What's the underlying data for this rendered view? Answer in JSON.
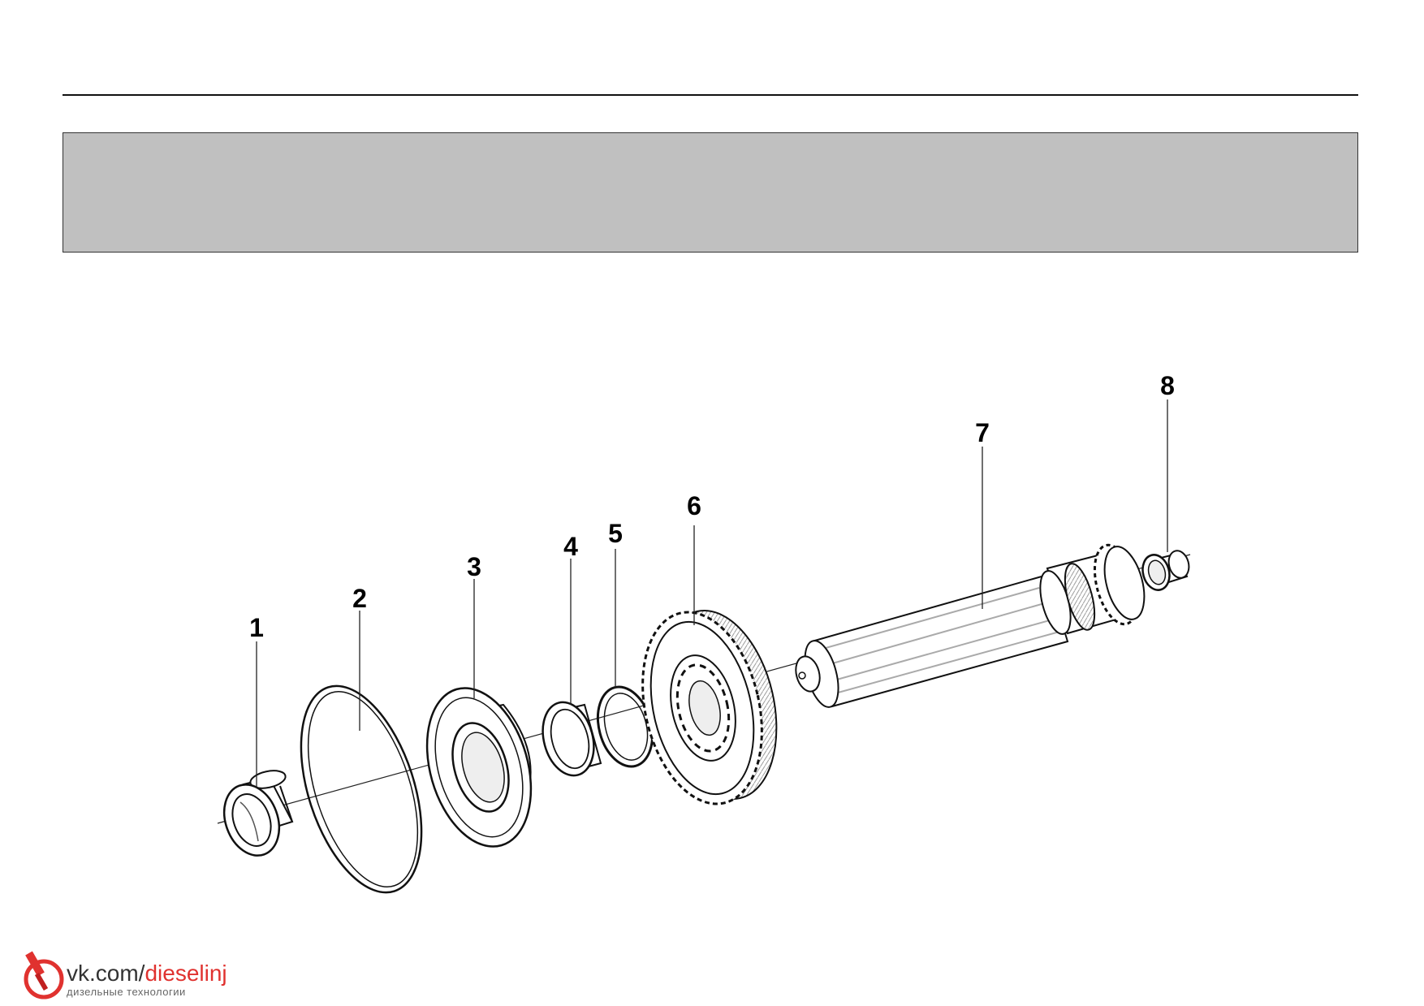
{
  "header": {
    "band_color": "#c0c0c0"
  },
  "callouts": [
    {
      "id": "1",
      "label": "1"
    },
    {
      "id": "2",
      "label": "2"
    },
    {
      "id": "3",
      "label": "3"
    },
    {
      "id": "4",
      "label": "4"
    },
    {
      "id": "5",
      "label": "5"
    },
    {
      "id": "6",
      "label": "6"
    },
    {
      "id": "7",
      "label": "7"
    },
    {
      "id": "8",
      "label": "8"
    }
  ],
  "watermark": {
    "site": "vk.com/",
    "handle": "dieselinj",
    "tagline": "дизельные технологии",
    "accent_color": "#e0322f",
    "icon": "injector-logo-icon"
  }
}
